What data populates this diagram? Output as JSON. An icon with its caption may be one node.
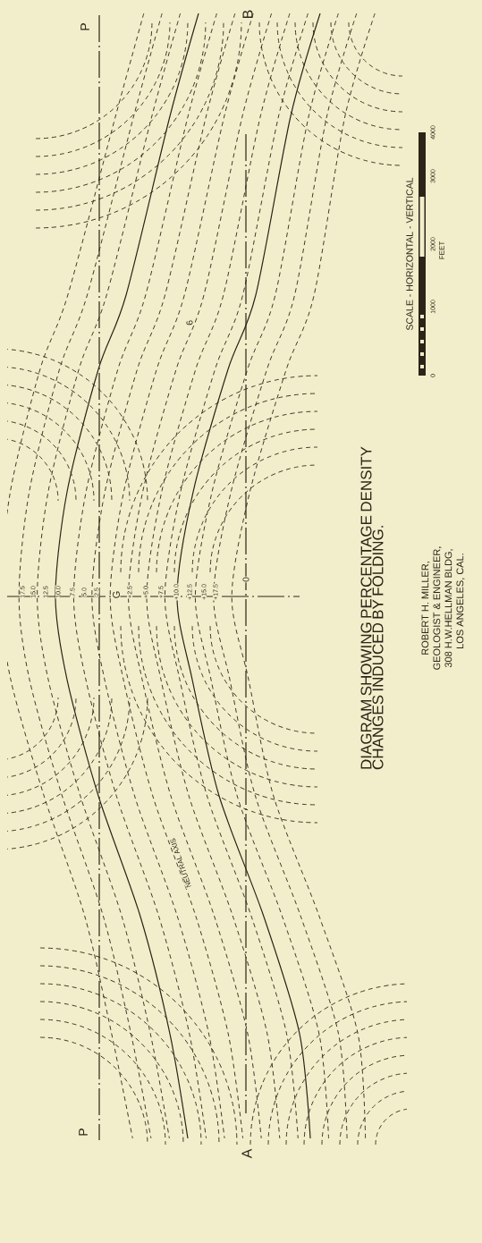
{
  "diagram": {
    "title": "DIAGRAM SHOWING PERCENTAGE DENSITY CHANGES INDUCED BY FOLDING.",
    "labels": [
      "P",
      "B",
      "6",
      "17.5",
      "15.0",
      "12.5",
      "10.0",
      "7.5",
      "5.0",
      "2.5",
      "G",
      "+2.5",
      "+5.0",
      "+7.5",
      "+10.0",
      "+12.5",
      "+15.0",
      "+17.5",
      "0",
      "NEUTRAL AXIS",
      "SCALE - HORIZONTAL - VERTICAL",
      "0",
      "1000",
      "2000",
      "3000",
      "4000",
      "FEET",
      "ROBERT H. MILLER,",
      "GEOLOGIST & ENGINEER,",
      "308 H.W.HELLMAN BLDG,",
      "LOS ANGELES, CAL.",
      "P",
      "A"
    ]
  }
}
